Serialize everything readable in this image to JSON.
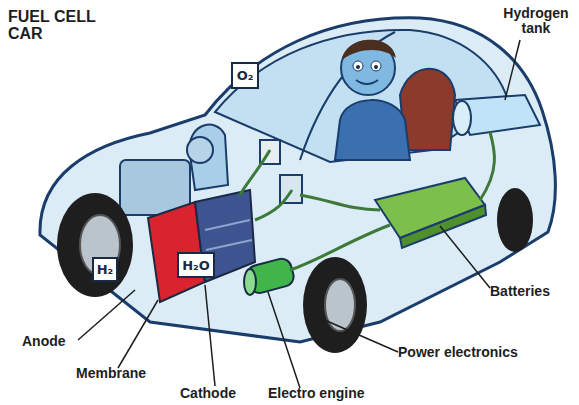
{
  "diagram": {
    "title": "FUEL CELL CAR",
    "nodes": [
      {
        "text": [
          "O₂"
        ]
      },
      {
        "text": [
          "H₂"
        ]
      },
      {
        "text": [
          "H₂O"
        ]
      }
    ],
    "labels": [
      "Hydrogen tank",
      "Batteries",
      "Anode",
      "Power electronics",
      "Membrane",
      "Cathode",
      "Electro engine"
    ]
  }
}
